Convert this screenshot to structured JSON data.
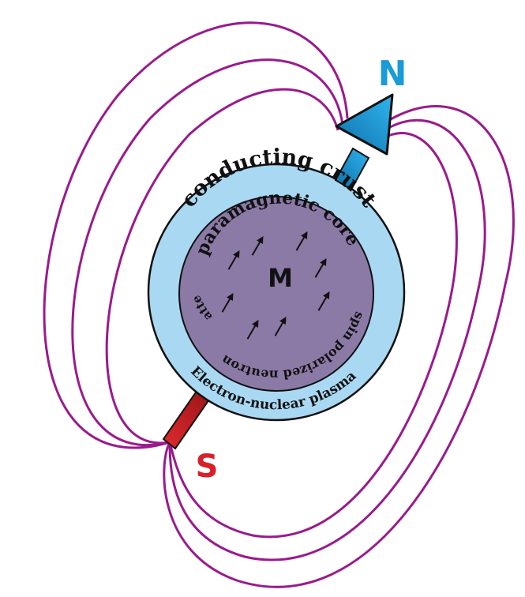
{
  "labels": {
    "north_pole": "N",
    "south_pole": "S",
    "core_symbol": "M",
    "crust_top": "conducting crust",
    "crust_bottom": "Electron-nuclear plasma",
    "core_top": "paramagnetic core",
    "core_right": "spin polarized neutron",
    "core_left": "matter"
  },
  "colors": {
    "field_lines": "#9a1a8c",
    "crust_fill": "#a9d8f2",
    "core_fill": "#8b79a6",
    "north_color": "#1a9ad6",
    "south_color": "#d8202a",
    "outline": "#111111"
  },
  "icons": {
    "spin_arrow": "up-right-arrow"
  }
}
